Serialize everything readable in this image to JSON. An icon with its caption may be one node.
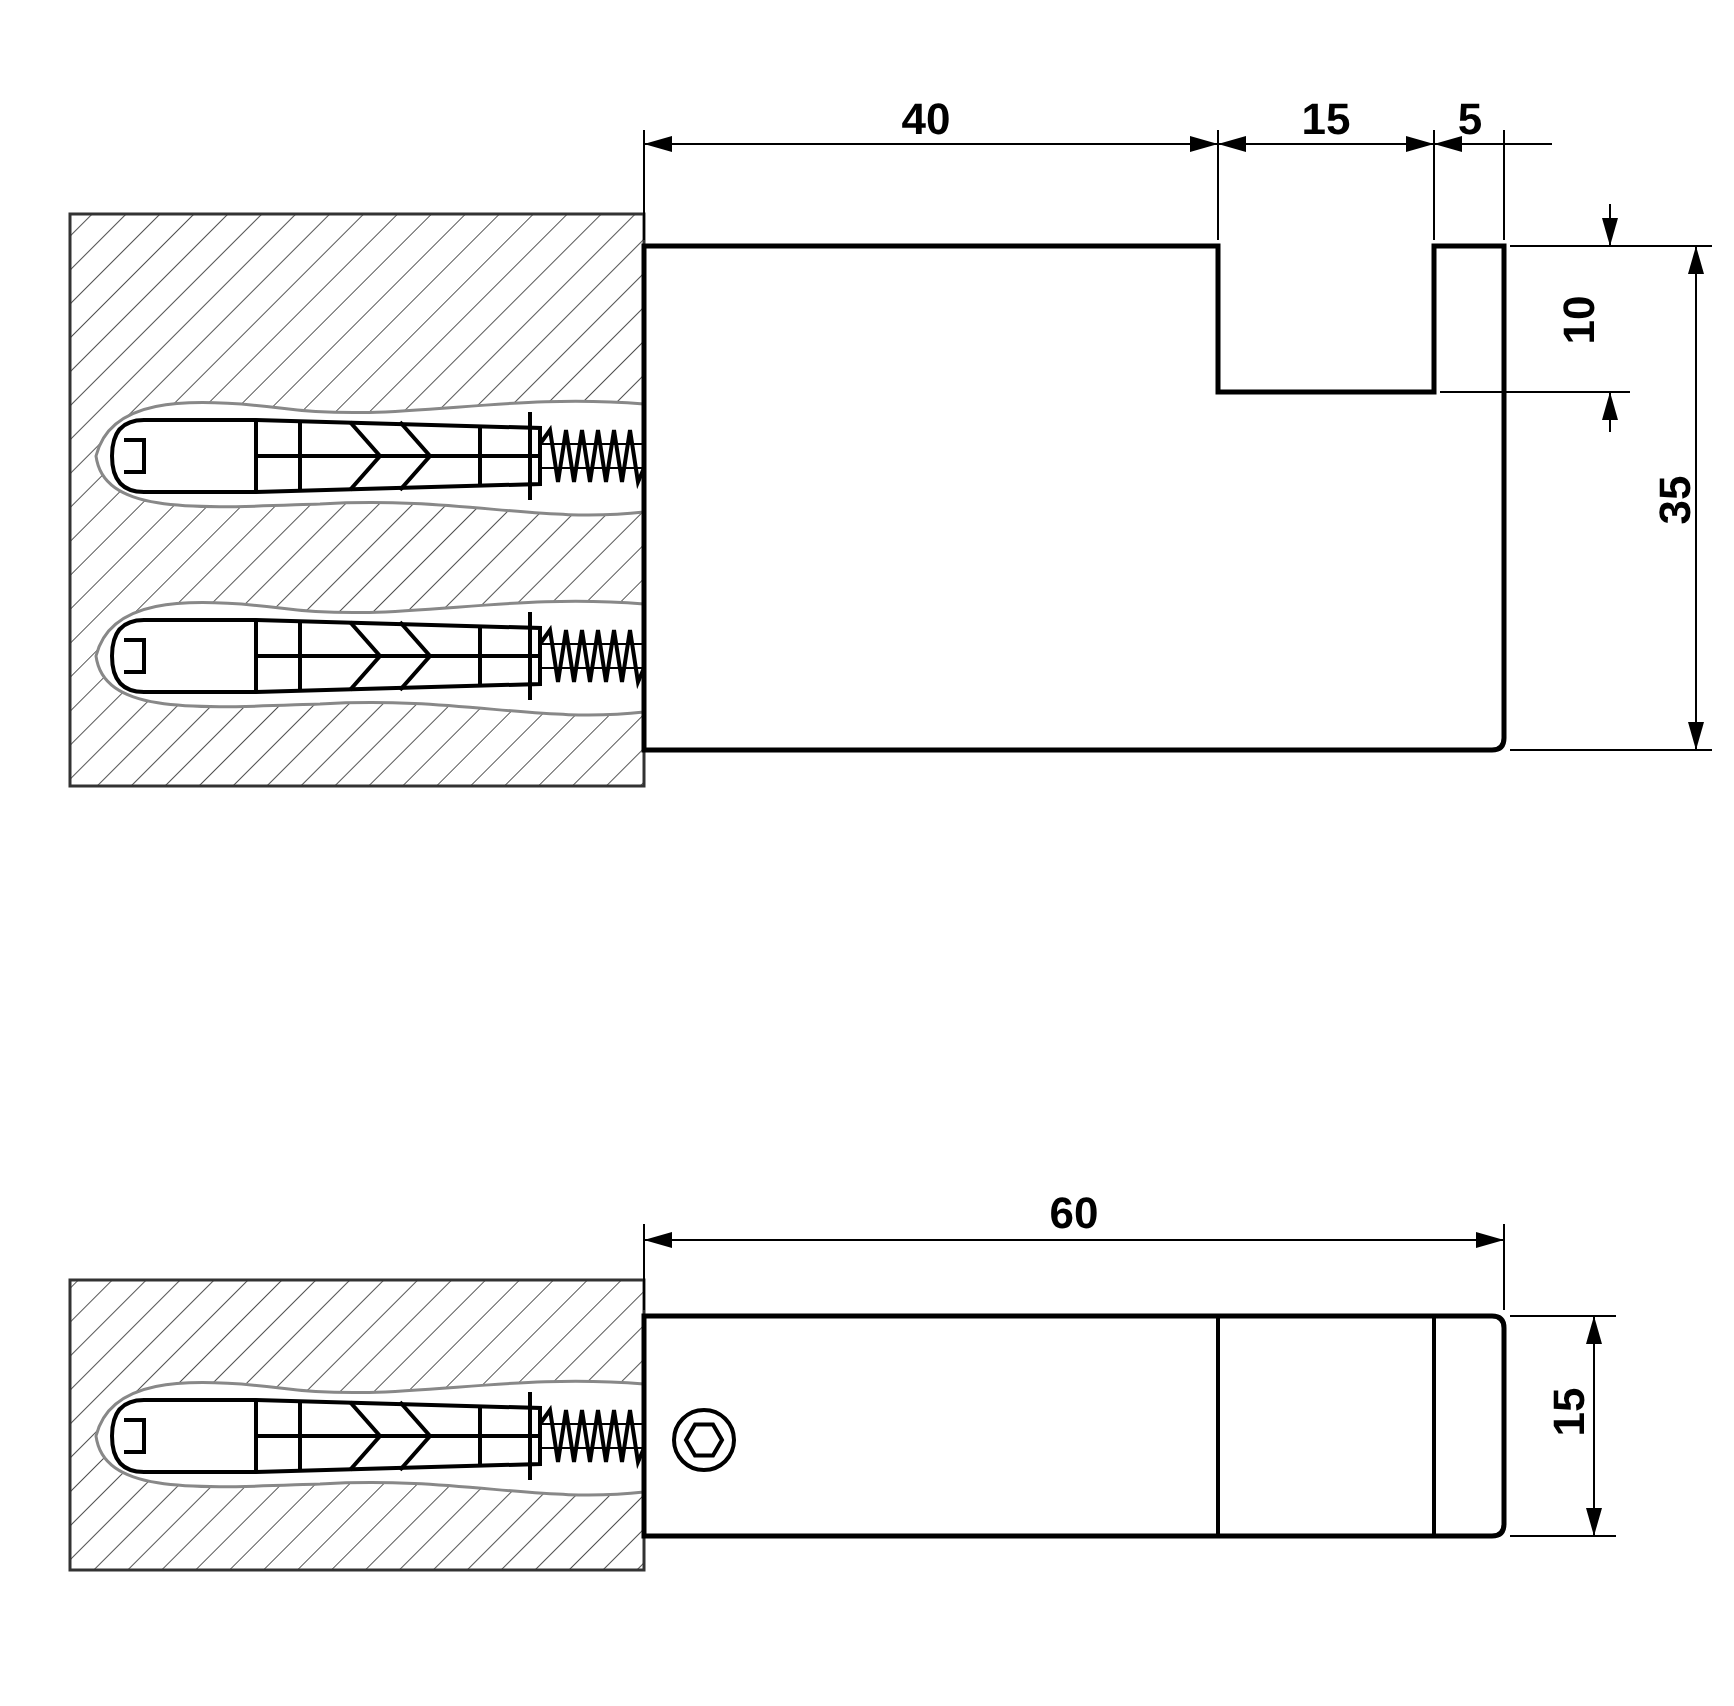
{
  "diagram": {
    "labels": [
      "40",
      "15",
      "5",
      "10",
      "35",
      "60",
      "15"
    ]
  }
}
